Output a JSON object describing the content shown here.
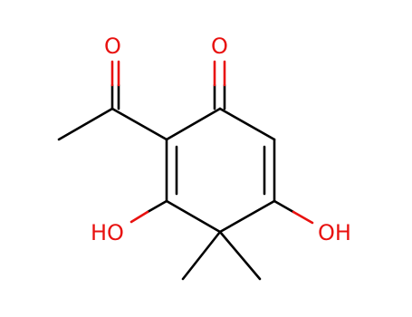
{
  "molecule": {
    "atom_labels": {
      "acetyl_oxygen": "O",
      "ketone_oxygen": "O",
      "left_hydroxyl": "HO",
      "right_hydroxyl": "OH"
    }
  },
  "colors": {
    "bond": "#000000",
    "oxygen": "#e8110f",
    "background": "#ffffff"
  }
}
